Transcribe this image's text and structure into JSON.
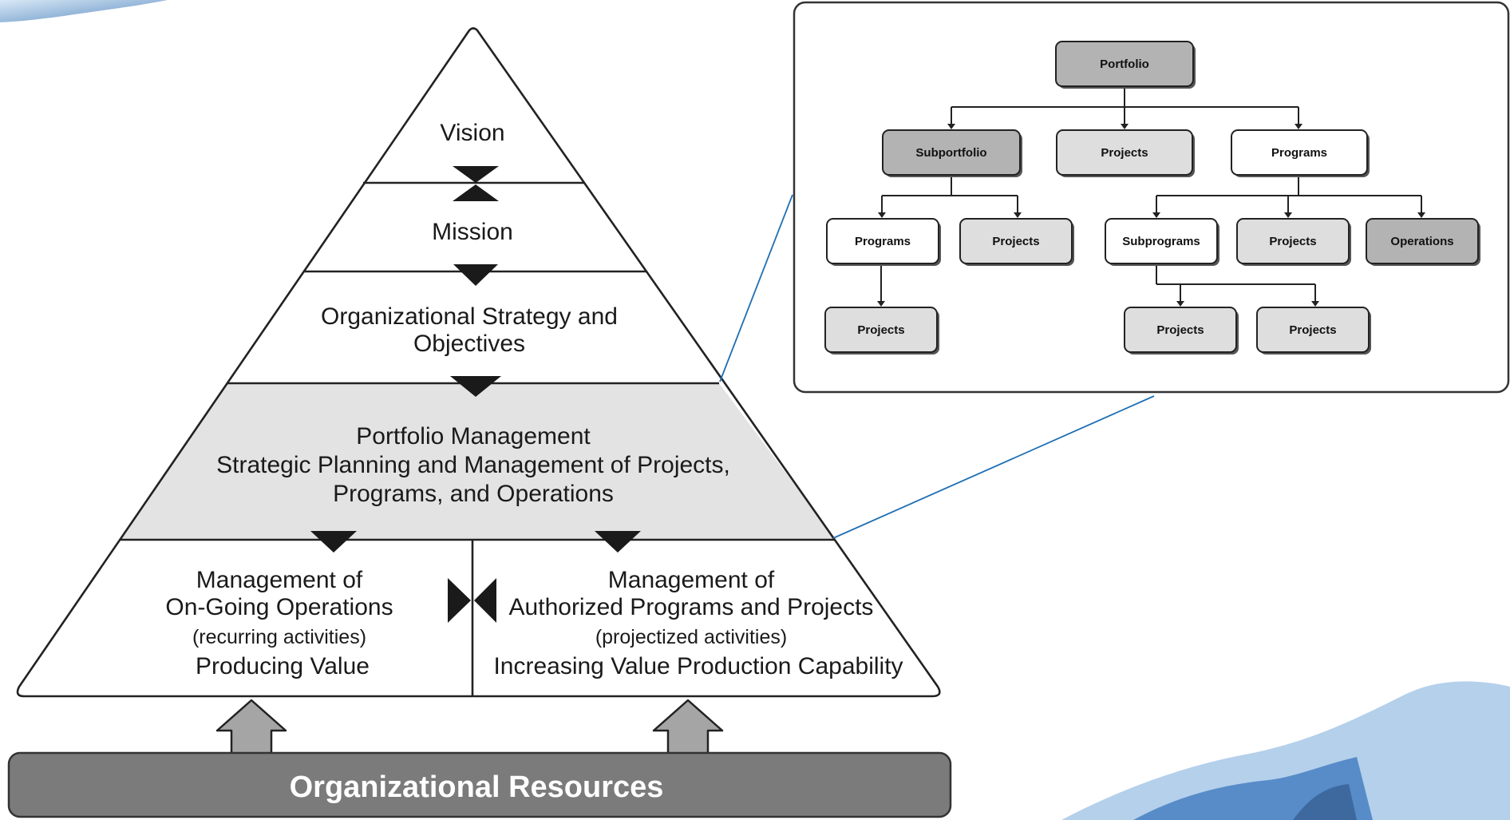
{
  "pyramid": {
    "vision": "Vision",
    "mission": "Mission",
    "strategy_line1": "Organizational Strategy and",
    "strategy_line2": "Objectives",
    "portfolio_line1": "Portfolio Management",
    "portfolio_line2": "Strategic Planning and Management of Projects,",
    "portfolio_line3": "Programs, and Operations",
    "operations": {
      "line1": "Management of",
      "line2": "On-Going Operations",
      "line3": "(recurring activities)",
      "line4": "Producing Value"
    },
    "projects": {
      "line1": "Management of",
      "line2": "Authorized Programs and Projects",
      "line3": "(projectized activities)",
      "line4": "Increasing Value Production Capability"
    },
    "resources": "Organizational Resources"
  },
  "colors": {
    "portfolio_band": "#e3e3e3",
    "resources_bar": "#7b7b7b",
    "dark_box": "#b3b3b3",
    "light_box": "#dedede",
    "white_box": "#ffffff",
    "connector_line": "#1f6fb4"
  },
  "org_chart": {
    "nodes": [
      {
        "id": "portfolio",
        "label": "Portfolio",
        "style": "dark"
      },
      {
        "id": "subportfolio",
        "label": "Subportfolio",
        "style": "dark"
      },
      {
        "id": "projects-l1",
        "label": "Projects",
        "style": "light"
      },
      {
        "id": "programs-l1",
        "label": "Programs",
        "style": "white"
      },
      {
        "id": "programs-l2",
        "label": "Programs",
        "style": "white"
      },
      {
        "id": "projects-l2a",
        "label": "Projects",
        "style": "light"
      },
      {
        "id": "subprograms",
        "label": "Subprograms",
        "style": "white"
      },
      {
        "id": "projects-l2b",
        "label": "Projects",
        "style": "light"
      },
      {
        "id": "operations",
        "label": "Operations",
        "style": "dark"
      },
      {
        "id": "projects-l3a",
        "label": "Projects",
        "style": "light"
      },
      {
        "id": "projects-l3b",
        "label": "Projects",
        "style": "light"
      },
      {
        "id": "projects-l3c",
        "label": "Projects",
        "style": "light"
      }
    ]
  }
}
